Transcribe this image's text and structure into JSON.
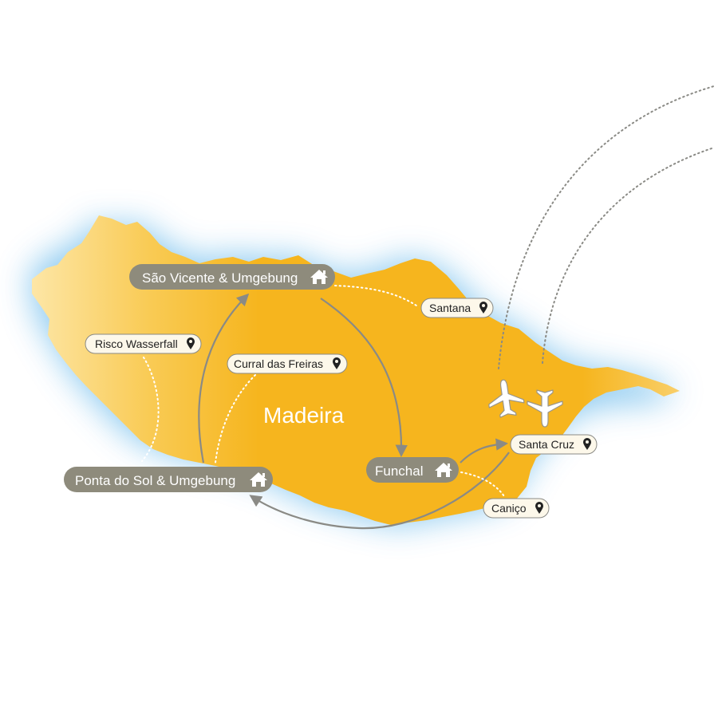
{
  "map": {
    "island_name": "Madeira",
    "colors": {
      "land": "#f5b51e",
      "land_light": "#fde7a8",
      "sea_glow": "#7ec3ee",
      "route": "#8a8a85",
      "base_pill": "#8e8b7c",
      "poi_pill": "#fdf8ea",
      "plane": "#ffffff"
    },
    "bases": [
      {
        "name": "São Vicente & Umgebung",
        "icon": "house-icon"
      },
      {
        "name": "Ponta do Sol & Umgebung",
        "icon": "house-icon"
      },
      {
        "name": "Funchal",
        "icon": "house-icon"
      }
    ],
    "points_of_interest": [
      {
        "name": "Santana",
        "icon": "map-pin-icon"
      },
      {
        "name": "Risco Wasserfall",
        "icon": "map-pin-icon"
      },
      {
        "name": "Curral das Freiras",
        "icon": "map-pin-icon"
      },
      {
        "name": "Santa Cruz",
        "icon": "map-pin-icon"
      },
      {
        "name": "Caniço",
        "icon": "map-pin-icon"
      }
    ],
    "airport_icons": [
      "plane-icon",
      "plane-icon"
    ]
  }
}
